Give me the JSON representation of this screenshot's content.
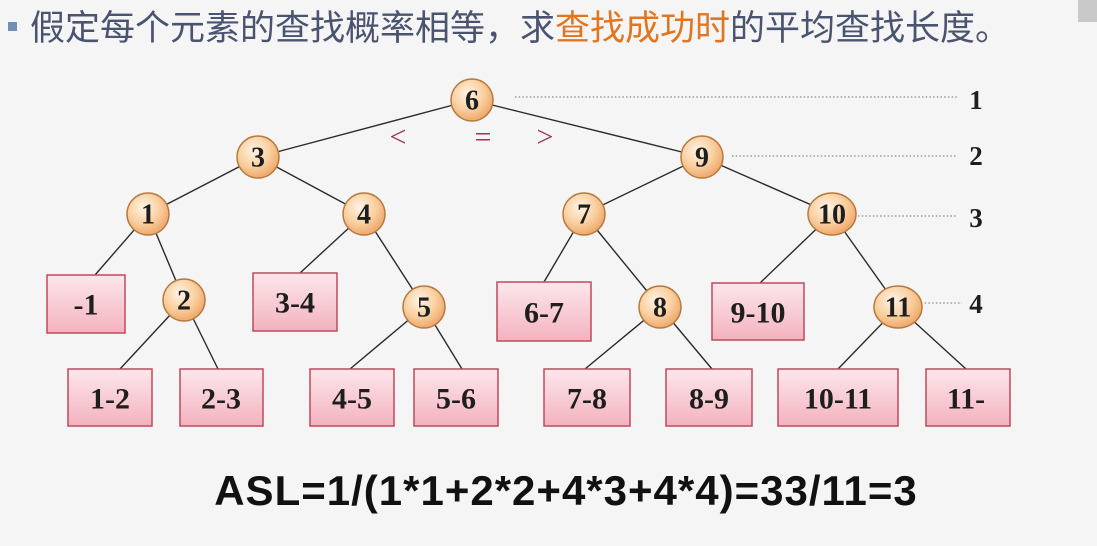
{
  "title": {
    "prefix": "假定每个元素的查找概率相等，求",
    "highlight": "查找成功时",
    "suffix": "的平均查找长度。"
  },
  "icons": {
    "bullet": "square-bullet-icon"
  },
  "colors": {
    "title_text": "#4a5470",
    "title_highlight": "#e2751f",
    "node_fill": "#f9cf9f",
    "leaf_fill": "#f4b5c1",
    "compare_symbols": "#9b3550"
  },
  "tree": {
    "nodes": [
      "6",
      "3",
      "9",
      "1",
      "4",
      "7",
      "10",
      "2",
      "5",
      "8",
      "11"
    ],
    "leaves": [
      "-1",
      "3-4",
      "6-7",
      "9-10",
      "1-2",
      "2-3",
      "4-5",
      "5-6",
      "7-8",
      "8-9",
      "10-11",
      "11-"
    ],
    "compare": [
      "<",
      "=",
      ">"
    ],
    "levels": [
      "1",
      "2",
      "3",
      "4"
    ]
  },
  "formula": "ASL=1/(1*1+2*2+4*3+4*4)=33/11=3"
}
